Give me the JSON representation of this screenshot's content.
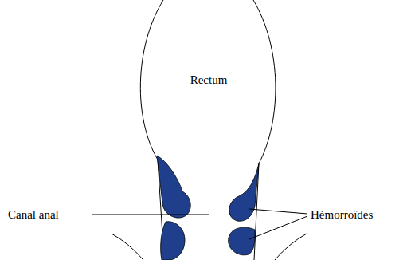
{
  "diagram": {
    "labels": [
      "Rectum",
      "Canal anal",
      "Hémorroïdes"
    ]
  }
}
